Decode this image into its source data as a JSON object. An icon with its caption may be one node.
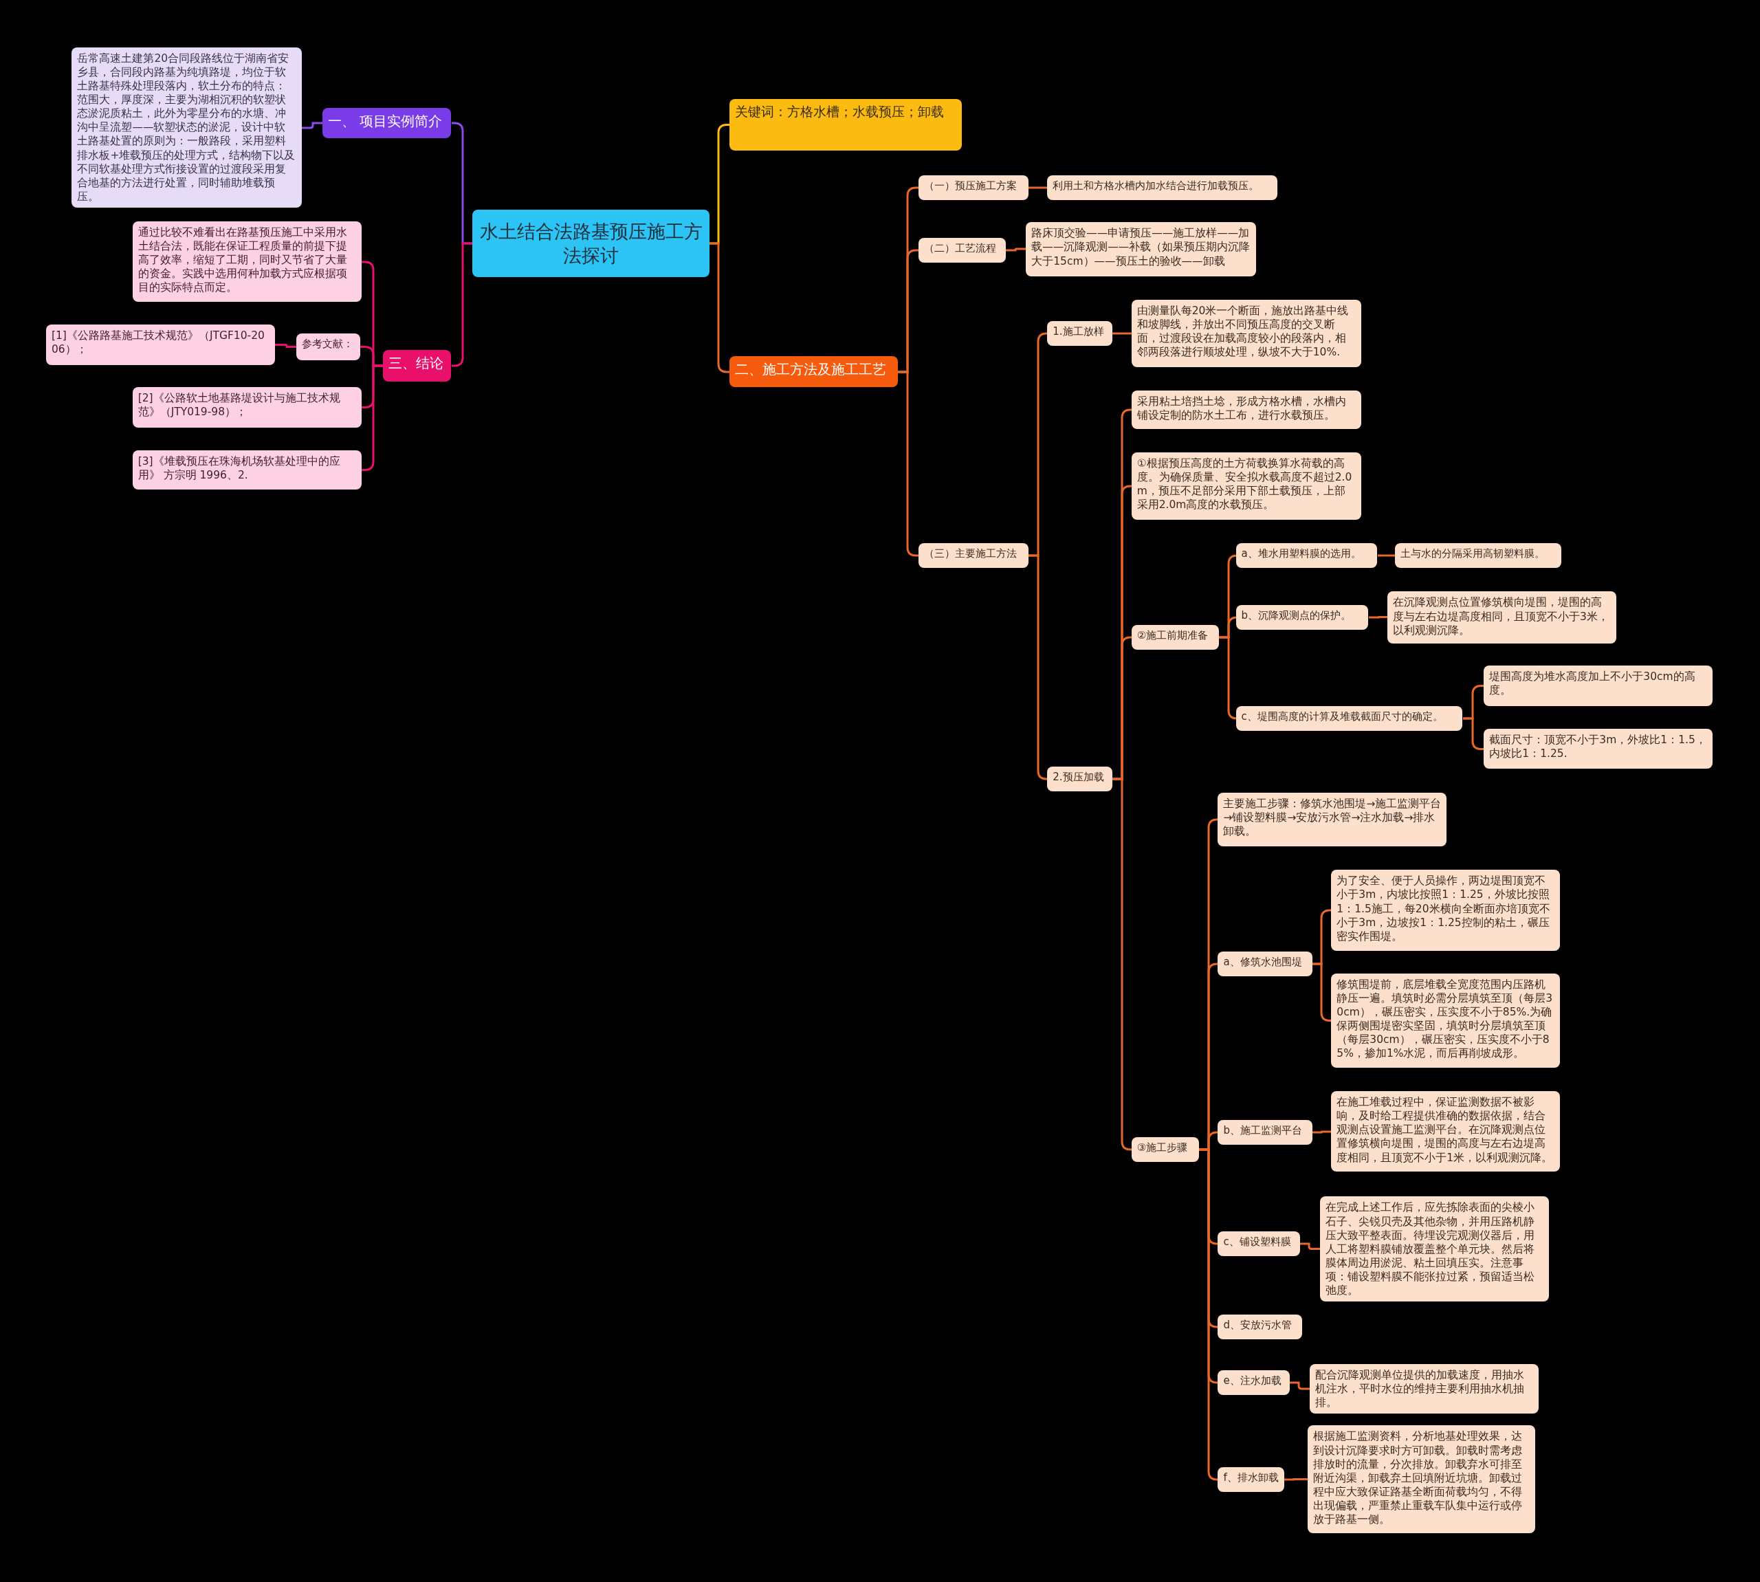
{
  "diagram": {
    "nodes": [
      {
        "text": [
          "水土结合法路基预压施工方法探讨"
        ]
      },
      {
        "text": [
          "一、 项目实例简介"
        ]
      },
      {
        "text": [
          "岳常高速土建第20合同段路线位于湖南省安乡县，合同段内路基为纯填路堤，均位于软土路基特殊处理段落内，软土分布的特点：范围大，厚度深，主要为湖相沉积的软塑状态淤泥质粘土，此外为零星分布的水塘、冲沟中呈流塑——软塑状态的淤泥，设计中软土路基处置的原则为：一般路段，采用塑料排水板+堆载预压的处理方式，结构物下以及不同软基处理方式衔接设置的过渡段采用复合地基的方法进行处置，同时辅助堆载预压。"
        ]
      },
      {
        "text": [
          "三、结论"
        ]
      },
      {
        "text": [
          "通过比较不难看出在路基预压施工中采用水土结合法，既能在保证工程质量的前提下提高了效率，缩短了工期，同时又节省了大量的资金。实践中选用何种加载方式应根据项目的实际特点而定。"
        ]
      },
      {
        "text": [
          "参考文献："
        ]
      },
      {
        "text": [
          "[1]《公路路基施工技术规范》（JTGF10-2006）；"
        ]
      },
      {
        "text": [
          "[2]《公路软土地基路堤设计与施工技术规范》（JTY019-98）；"
        ]
      },
      {
        "text": [
          "[3]《堆载预压在珠海机场软基处理中的应用》 方宗明  1996、2."
        ]
      },
      {
        "text": [
          "关键词：方格水槽；水载预压；卸载"
        ]
      },
      {
        "text": [
          "二、施工方法及施工工艺"
        ]
      },
      {
        "text": [
          "（一）预压施工方案"
        ]
      },
      {
        "text": [
          "利用土和方格水槽内加水结合进行加载预压。"
        ]
      },
      {
        "text": [
          "（二）工艺流程"
        ]
      },
      {
        "text": [
          "路床顶交验——申请预压——施工放样——加载——沉降观测——补载（如果预压期内沉降大于15cm）——预压土的验收——卸载"
        ]
      },
      {
        "text": [
          "（三）主要施工方法"
        ]
      },
      {
        "text": [
          "1.施工放样"
        ]
      },
      {
        "text": [
          "由测量队每20米一个断面，施放出路基中线和坡脚线，并放出不同预压高度的交叉断面，过渡段设在加载高度较小的段落内，相邻两段落进行顺坡处理，纵坡不大于10%."
        ]
      },
      {
        "text": [
          "2.预压加载"
        ]
      },
      {
        "text": [
          "采用粘土培挡土埝，形成方格水槽，水槽内铺设定制的防水土工布，进行水载预压。"
        ]
      },
      {
        "text": [
          "①根据预压高度的土方荷载换算水荷载的高度。为确保质量、安全拟水载高度不超过2.0m，预压不足部分采用下部土载预压，上部采用2.0m高度的水载预压。"
        ]
      },
      {
        "text": [
          "②施工前期准备"
        ]
      },
      {
        "text": [
          "a、堆水用塑料膜的选用。"
        ]
      },
      {
        "text": [
          "土与水的分隔采用高韧塑料膜。"
        ]
      },
      {
        "text": [
          "b、沉降观测点的保护。"
        ]
      },
      {
        "text": [
          "在沉降观测点位置修筑横向堤围，堤围的高度与左右边堤高度相同，且顶宽不小于3米，以利观测沉降。"
        ]
      },
      {
        "text": [
          "c、堤围高度的计算及堆载截面尺寸的确定。"
        ]
      },
      {
        "text": [
          "堤围高度为堆水高度加上不小于30cm的高度。"
        ]
      },
      {
        "text": [
          "截面尺寸：顶宽不小于3m，外坡比1：1.5，内坡比1：1.25."
        ]
      },
      {
        "text": [
          "③施工步骤"
        ]
      },
      {
        "text": [
          "主要施工步骤：修筑水池围堤→施工监测平台→铺设塑料膜→安放污水管→注水加载→排水卸载。"
        ]
      },
      {
        "text": [
          "a、修筑水池围堤"
        ]
      },
      {
        "text": [
          "为了安全、便于人员操作，两边堤围顶宽不小于3m，内坡比按照1：1.25，外坡比按照1：1.5施工，每20米横向全断面亦培顶宽不小于3m，边坡按1：1.25控制的粘土，碾压密实作围堤。"
        ]
      },
      {
        "text": [
          "修筑围堤前，底层堆载全宽度范围内压路机静压一遍。填筑时必需分层填筑至顶（每层30cm），碾压密实，压实度不小于85%.为确保两侧围堤密实坚固，填筑时分层填筑至顶（每层30cm），碾压密实，压实度不小于85%，掺加1%水泥，而后再削坡成形。"
        ]
      },
      {
        "text": [
          "b、施工监测平台"
        ]
      },
      {
        "text": [
          "在施工堆载过程中，保证监测数据不被影响，及时给工程提供准确的数据依据，结合观测点设置施工监测平台。在沉降观测点位置修筑横向堤围，堤围的高度与左右边堤高度相同，且顶宽不小于1米，以利观测沉降。"
        ]
      },
      {
        "text": [
          "c、铺设塑料膜"
        ]
      },
      {
        "text": [
          "在完成上述工作后，应先拣除表面的尖棱小石子、尖锐贝壳及其他杂物，并用压路机静压大致平整表面。待埋设完观测仪器后，用人工将塑料膜铺放覆盖整个单元块。然后将膜体周边用淤泥、粘土回填压实。注意事项：铺设塑料膜不能张拉过紧，预留适当松弛度。"
        ]
      },
      {
        "text": [
          "d、安放污水管"
        ]
      },
      {
        "text": [
          "e、注水加载"
        ]
      },
      {
        "text": [
          "配合沉降观测单位提供的加载速度，用抽水机注水，平时水位的维持主要利用抽水机抽排。"
        ]
      },
      {
        "text": [
          "f、排水卸载"
        ]
      },
      {
        "text": [
          "根据施工监测资料，分析地基处理效果，达到设计沉降要求时方可卸载。卸载时需考虑排放时的流量，分次排放。卸载弃水可排至附近沟渠，卸载弃土回填附近坑塘。卸载过程中应大致保证路基全断面荷载均匀，不得出现偏载，严重禁止重载车队集中运行或停放于路基一侧。"
        ]
      }
    ],
    "edges": [
      {
        "from": 0,
        "to": 1,
        "arrow": "none",
        "color": "#8a4be8"
      },
      {
        "from": 1,
        "to": 2,
        "arrow": "none",
        "color": "#8a4be8"
      },
      {
        "from": 0,
        "to": 3,
        "arrow": "none",
        "color": "#e8106a"
      },
      {
        "from": 3,
        "to": 4,
        "arrow": "none",
        "color": "#e8106a"
      },
      {
        "from": 3,
        "to": 5,
        "arrow": "none",
        "color": "#e8106a"
      },
      {
        "from": 5,
        "to": 6,
        "arrow": "none",
        "color": "#e8106a"
      },
      {
        "from": 3,
        "to": 7,
        "arrow": "none",
        "color": "#e8106a"
      },
      {
        "from": 3,
        "to": 8,
        "arrow": "none",
        "color": "#e8106a"
      },
      {
        "from": 0,
        "to": 9,
        "arrow": "none",
        "color": "#fbbb10"
      },
      {
        "from": 0,
        "to": 10,
        "arrow": "none"
      },
      {
        "from": 10,
        "to": 11,
        "arrow": "none"
      },
      {
        "from": 11,
        "to": 12,
        "arrow": "none"
      },
      {
        "from": 10,
        "to": 13,
        "arrow": "none"
      },
      {
        "from": 13,
        "to": 14,
        "arrow": "none"
      },
      {
        "from": 10,
        "to": 15,
        "arrow": "none"
      },
      {
        "from": 15,
        "to": 16,
        "arrow": "none"
      },
      {
        "from": 16,
        "to": 17,
        "arrow": "none"
      },
      {
        "from": 15,
        "to": 18,
        "arrow": "none"
      },
      {
        "from": 18,
        "to": 19,
        "arrow": "none"
      },
      {
        "from": 18,
        "to": 20,
        "arrow": "none"
      },
      {
        "from": 18,
        "to": 21,
        "arrow": "none"
      },
      {
        "from": 21,
        "to": 22,
        "arrow": "none"
      },
      {
        "from": 22,
        "to": 23,
        "arrow": "none"
      },
      {
        "from": 21,
        "to": 24,
        "arrow": "none"
      },
      {
        "from": 24,
        "to": 25,
        "arrow": "none"
      },
      {
        "from": 21,
        "to": 26,
        "arrow": "none"
      },
      {
        "from": 26,
        "to": 27,
        "arrow": "none"
      },
      {
        "from": 26,
        "to": 28,
        "arrow": "none"
      },
      {
        "from": 18,
        "to": 29,
        "arrow": "none"
      },
      {
        "from": 29,
        "to": 30,
        "arrow": "none"
      },
      {
        "from": 29,
        "to": 31,
        "arrow": "none"
      },
      {
        "from": 31,
        "to": 32,
        "arrow": "none"
      },
      {
        "from": 31,
        "to": 33,
        "arrow": "none"
      },
      {
        "from": 29,
        "to": 34,
        "arrow": "none"
      },
      {
        "from": 34,
        "to": 35,
        "arrow": "none"
      },
      {
        "from": 29,
        "to": 36,
        "arrow": "none"
      },
      {
        "from": 36,
        "to": 37,
        "arrow": "none"
      },
      {
        "from": 29,
        "to": 38,
        "arrow": "none"
      },
      {
        "from": 29,
        "to": 39,
        "arrow": "none"
      },
      {
        "from": 39,
        "to": 40,
        "arrow": "none"
      },
      {
        "from": 29,
        "to": 41,
        "arrow": "none"
      },
      {
        "from": 41,
        "to": 42,
        "arrow": "none"
      }
    ]
  }
}
